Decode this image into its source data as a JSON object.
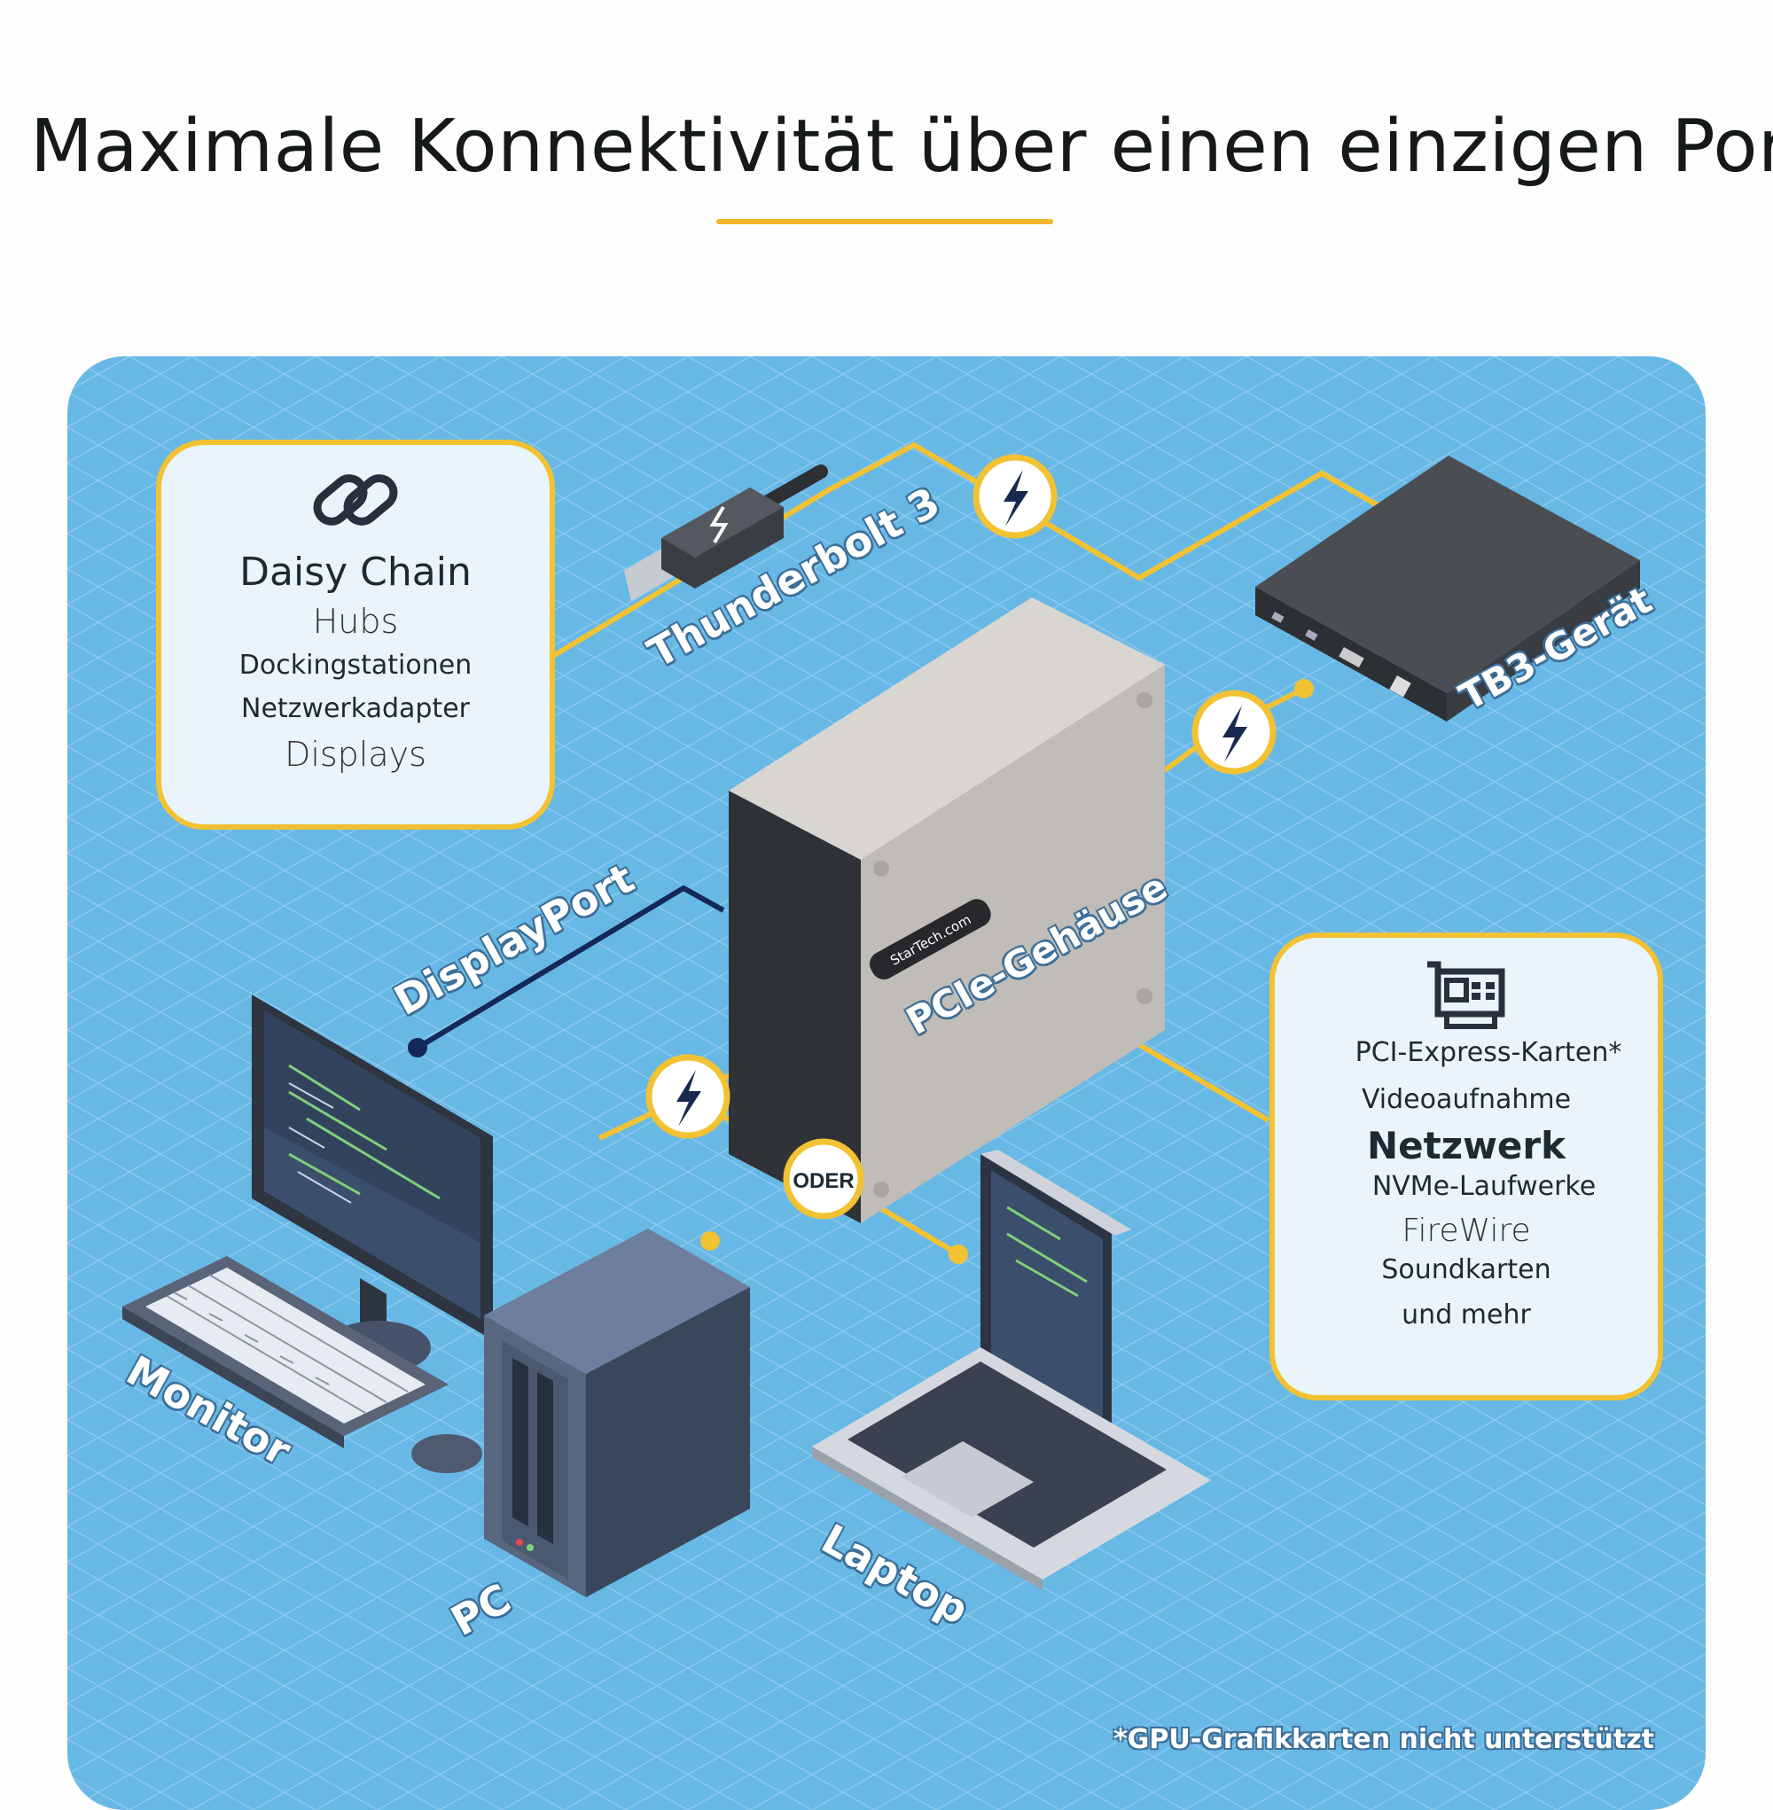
{
  "title": "Maximale Konnektivität über einen einzigen Port",
  "colors": {
    "accent": "#f2b72a",
    "panel": "#68b8e6",
    "card_bg": "#eaf4fb"
  },
  "daisy_chain_card": {
    "icon": "chain-link-icon",
    "heading": "Daisy Chain",
    "items": [
      "Hubs",
      "Dockingstationen",
      "Netzwerkadapter",
      "Displays"
    ]
  },
  "pcie_card": {
    "icon": "pci-card-icon",
    "items": [
      "PCI-Express-Karten*",
      "Videoaufnahme",
      "Netzwerk",
      "NVMe-Laufwerke",
      "FireWire",
      "Soundkarten",
      "und mehr"
    ]
  },
  "labels": {
    "thunderbolt": "Thunderbolt 3",
    "tb3_device": "TB3-Gerät",
    "enclosure": "PCIe-Gehäuse",
    "displayport": "DisplayPort",
    "monitor": "Monitor",
    "pc": "PC",
    "laptop": "Laptop",
    "oder": "ODER",
    "brand": "StarTech.com"
  },
  "footnote": "*GPU-Grafikkarten nicht unterstützt"
}
